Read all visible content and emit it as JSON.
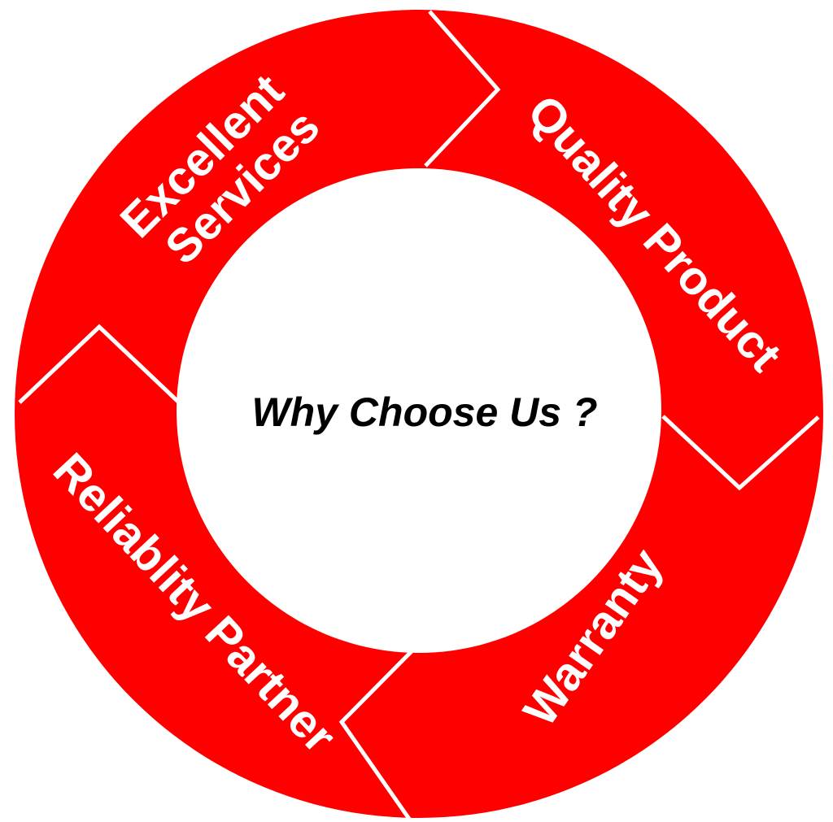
{
  "diagram": {
    "center_title": "Why Choose Us ?",
    "segments": [
      {
        "id": "excellent-services",
        "lines": [
          "Excellent",
          "Services"
        ]
      },
      {
        "id": "quality-product",
        "lines": [
          "Quality Product"
        ]
      },
      {
        "id": "warranty",
        "lines": [
          "Warranty"
        ]
      },
      {
        "id": "reliability-partner",
        "lines": [
          "Reliablity Partner"
        ]
      }
    ],
    "colors": {
      "ring": "#ff0000",
      "separator": "#ffffff",
      "label": "#ffffff",
      "center_text": "#000000",
      "background": "#ffffff"
    }
  }
}
